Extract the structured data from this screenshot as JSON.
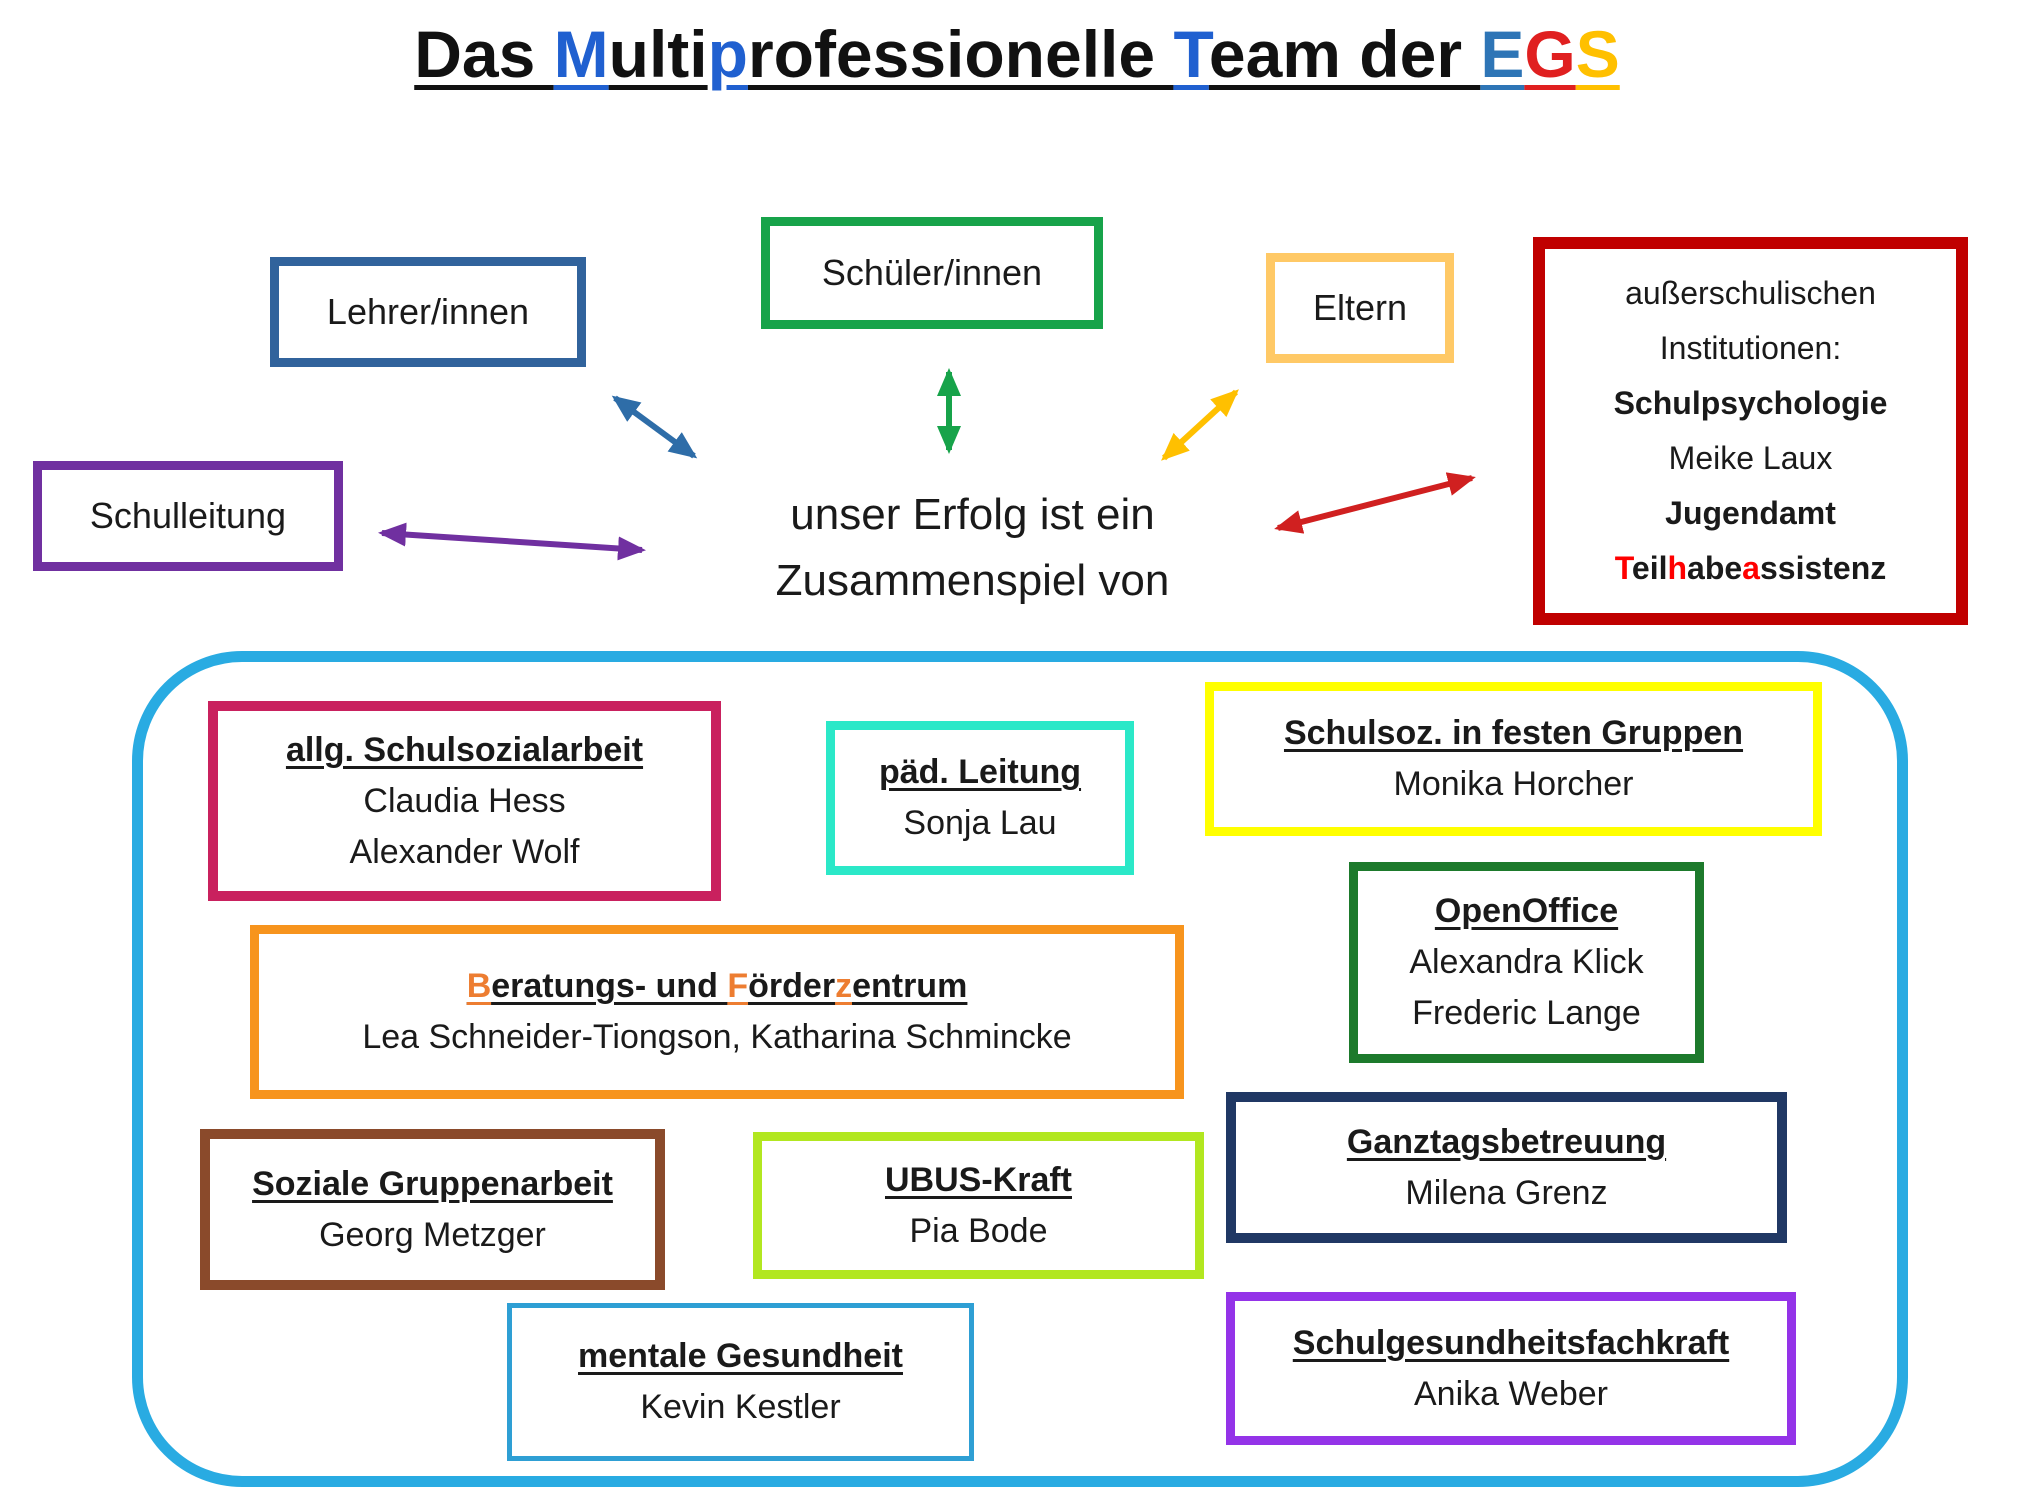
{
  "title": {
    "segments": [
      {
        "text": "Das "
      },
      {
        "text": "M",
        "color": "#2060D0"
      },
      {
        "text": "ulti"
      },
      {
        "text": "p",
        "color": "#2060D0"
      },
      {
        "text": "rofessionelle "
      },
      {
        "text": "T",
        "color": "#2060D0"
      },
      {
        "text": "eam der "
      },
      {
        "text": "E",
        "color": "#2E75B6"
      },
      {
        "text": "G",
        "color": "#E02020"
      },
      {
        "text": "S",
        "color": "#FFC000"
      }
    ]
  },
  "center_text": {
    "line1": "unser Erfolg ist ein",
    "line2": "Zusammenspiel von"
  },
  "stakeholders": {
    "lehrer": {
      "label": "Lehrer/innen",
      "border_color": "#31639C"
    },
    "schueler": {
      "label": "Schüler/innen",
      "border_color": "#17A34A"
    },
    "eltern": {
      "label": "Eltern",
      "border_color": "#FFC966"
    },
    "schulleitung": {
      "label": "Schulleitung",
      "border_color": "#7030A0"
    },
    "externe": {
      "border_color": "#C00000",
      "line1": "außerschulischen",
      "line2": "Institutionen:",
      "line3": "Schulpsychologie",
      "line4": "Meike Laux",
      "line5": "Jugendamt",
      "line6_segments": [
        {
          "text": "T",
          "color": "#FF0000"
        },
        {
          "text": "eil"
        },
        {
          "text": "h",
          "color": "#FF0000"
        },
        {
          "text": "abe"
        },
        {
          "text": "a",
          "color": "#FF0000"
        },
        {
          "text": "ssistenz"
        }
      ]
    }
  },
  "arrows": [
    {
      "between": "center and lehrer",
      "color": "#2E6DA8"
    },
    {
      "between": "center and schueler",
      "color": "#17A34A"
    },
    {
      "between": "center and eltern",
      "color": "#FFC000"
    },
    {
      "between": "center and externe",
      "color": "#D02020"
    },
    {
      "between": "center and schulleitung",
      "color": "#7030A0"
    }
  ],
  "team": {
    "container_border_color": "#29ABE2",
    "boxes": [
      {
        "title": "allg. Schulsozialarbeit",
        "lines": [
          "Claudia Hess",
          "Alexander Wolf"
        ],
        "border_color": "#C9215E"
      },
      {
        "title": "päd. Leitung",
        "lines": [
          "Sonja Lau"
        ],
        "border_color": "#2BE8C8"
      },
      {
        "title": "Schulsoz. in festen Gruppen",
        "lines": [
          "Monika Horcher"
        ],
        "border_color": "#FFFF00"
      },
      {
        "title_segments": [
          {
            "text": "B",
            "color": "#ED7D31"
          },
          {
            "text": "eratungs- und "
          },
          {
            "text": "F",
            "color": "#ED7D31"
          },
          {
            "text": "örder"
          },
          {
            "text": "z",
            "color": "#ED7D31"
          },
          {
            "text": "entrum"
          }
        ],
        "lines": [
          "Lea Schneider-Tiongson, Katharina Schmincke"
        ],
        "border_color": "#F7941D"
      },
      {
        "title": "OpenOffice",
        "lines": [
          "Alexandra Klick",
          "Frederic Lange"
        ],
        "border_color": "#1D7A2C"
      },
      {
        "title": "Soziale Gruppenarbeit",
        "lines": [
          "Georg Metzger"
        ],
        "border_color": "#8A4A2B"
      },
      {
        "title": "UBUS-Kraft",
        "lines": [
          "Pia Bode"
        ],
        "border_color": "#B2E720"
      },
      {
        "title": "Ganztagsbetreuung",
        "lines": [
          "Milena Grenz"
        ],
        "border_color": "#203864"
      },
      {
        "title": "mentale Gesundheit",
        "lines": [
          "Kevin Kestler"
        ],
        "border_color": "#2E9FD4"
      },
      {
        "title": "Schulgesundheitsfachkraft",
        "lines": [
          "Anika Weber"
        ],
        "border_color": "#9433E8"
      }
    ]
  }
}
